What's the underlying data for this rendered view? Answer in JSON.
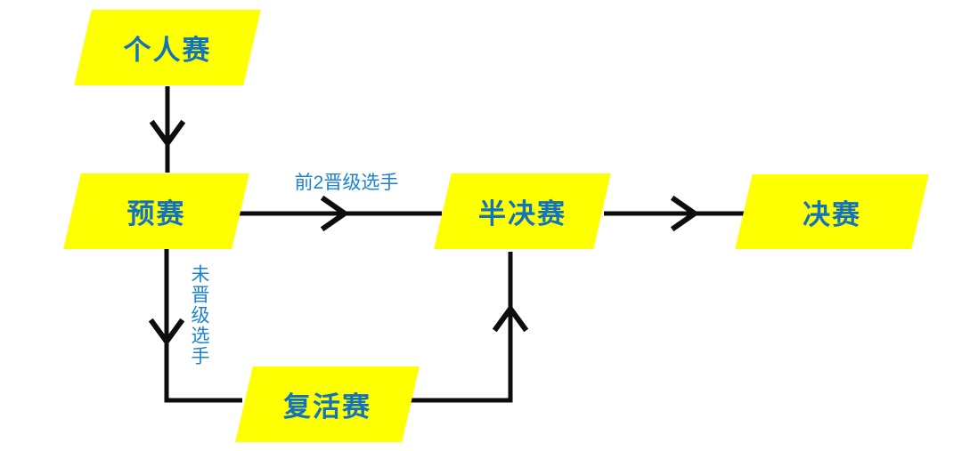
{
  "diagram": {
    "title": "competition-flowchart",
    "colors": {
      "node_fill": "#feff00",
      "node_text": "#1273bc",
      "edge_label_text": "#1c82d2",
      "line": "#0d0d0d",
      "background": "#ffffff"
    },
    "nodes": [
      {
        "id": "individual",
        "label": "个人赛"
      },
      {
        "id": "preliminary",
        "label": "预赛"
      },
      {
        "id": "semifinal",
        "label": "半决赛"
      },
      {
        "id": "final",
        "label": "决赛"
      },
      {
        "id": "repechage",
        "label": "复活赛"
      }
    ],
    "edges": [
      {
        "from": "individual",
        "to": "semifinal-path",
        "note": "个人赛 → 预赛"
      },
      {
        "from": "preliminary",
        "to": "semifinal",
        "label": "前2晋级选手"
      },
      {
        "from": "semifinal",
        "to": "final"
      },
      {
        "from": "preliminary",
        "to": "repechage",
        "label": "未晋级选手"
      },
      {
        "from": "repechage",
        "to": "semifinal"
      }
    ],
    "edge_labels": [
      {
        "id": "top2-advance",
        "text": "前2晋级选手"
      },
      {
        "id": "not-advanced",
        "text": "未晋级选手"
      }
    ]
  }
}
